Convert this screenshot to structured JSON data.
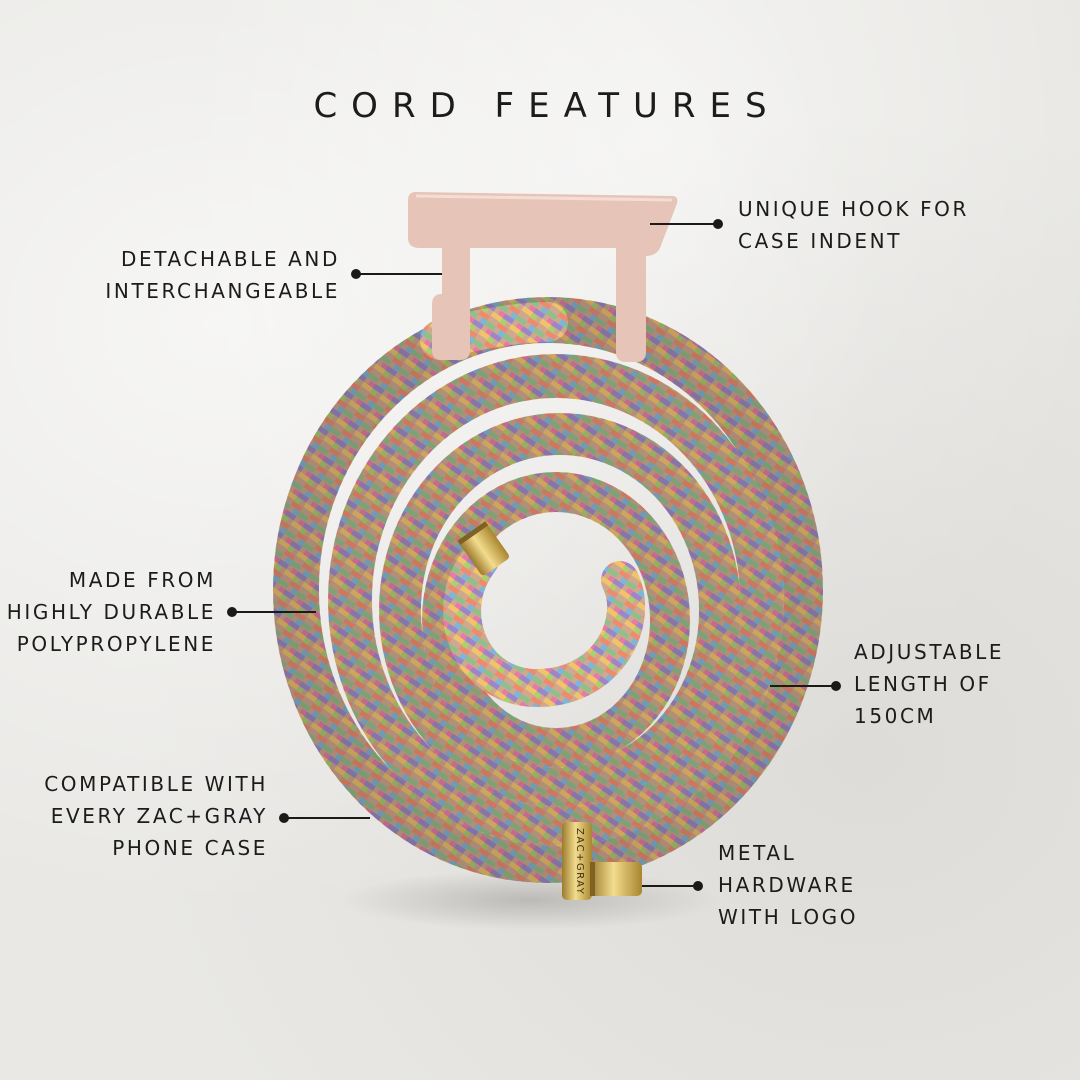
{
  "title": "CORD FEATURES",
  "features": {
    "detachable": "DETACHABLE AND\nINTERCHANGEABLE",
    "hook": "UNIQUE HOOK FOR\nCASE INDENT",
    "material": "MADE FROM\nHIGHLY DURABLE\nPOLYPROPYLENE",
    "length": "ADJUSTABLE\nLENGTH OF\n150CM",
    "compatible": "COMPATIBLE WITH\nEVERY ZAC+GRAY\nPHONE CASE",
    "hardware": "METAL\nHARDWARE\nWITH LOGO"
  },
  "hardware_logo": "ZAC+GRAY",
  "colors": {
    "hook": "#e6c4b8",
    "gold": "#d4b35a",
    "rope_base": "#c7a48c",
    "line": "#1a1a1a"
  }
}
